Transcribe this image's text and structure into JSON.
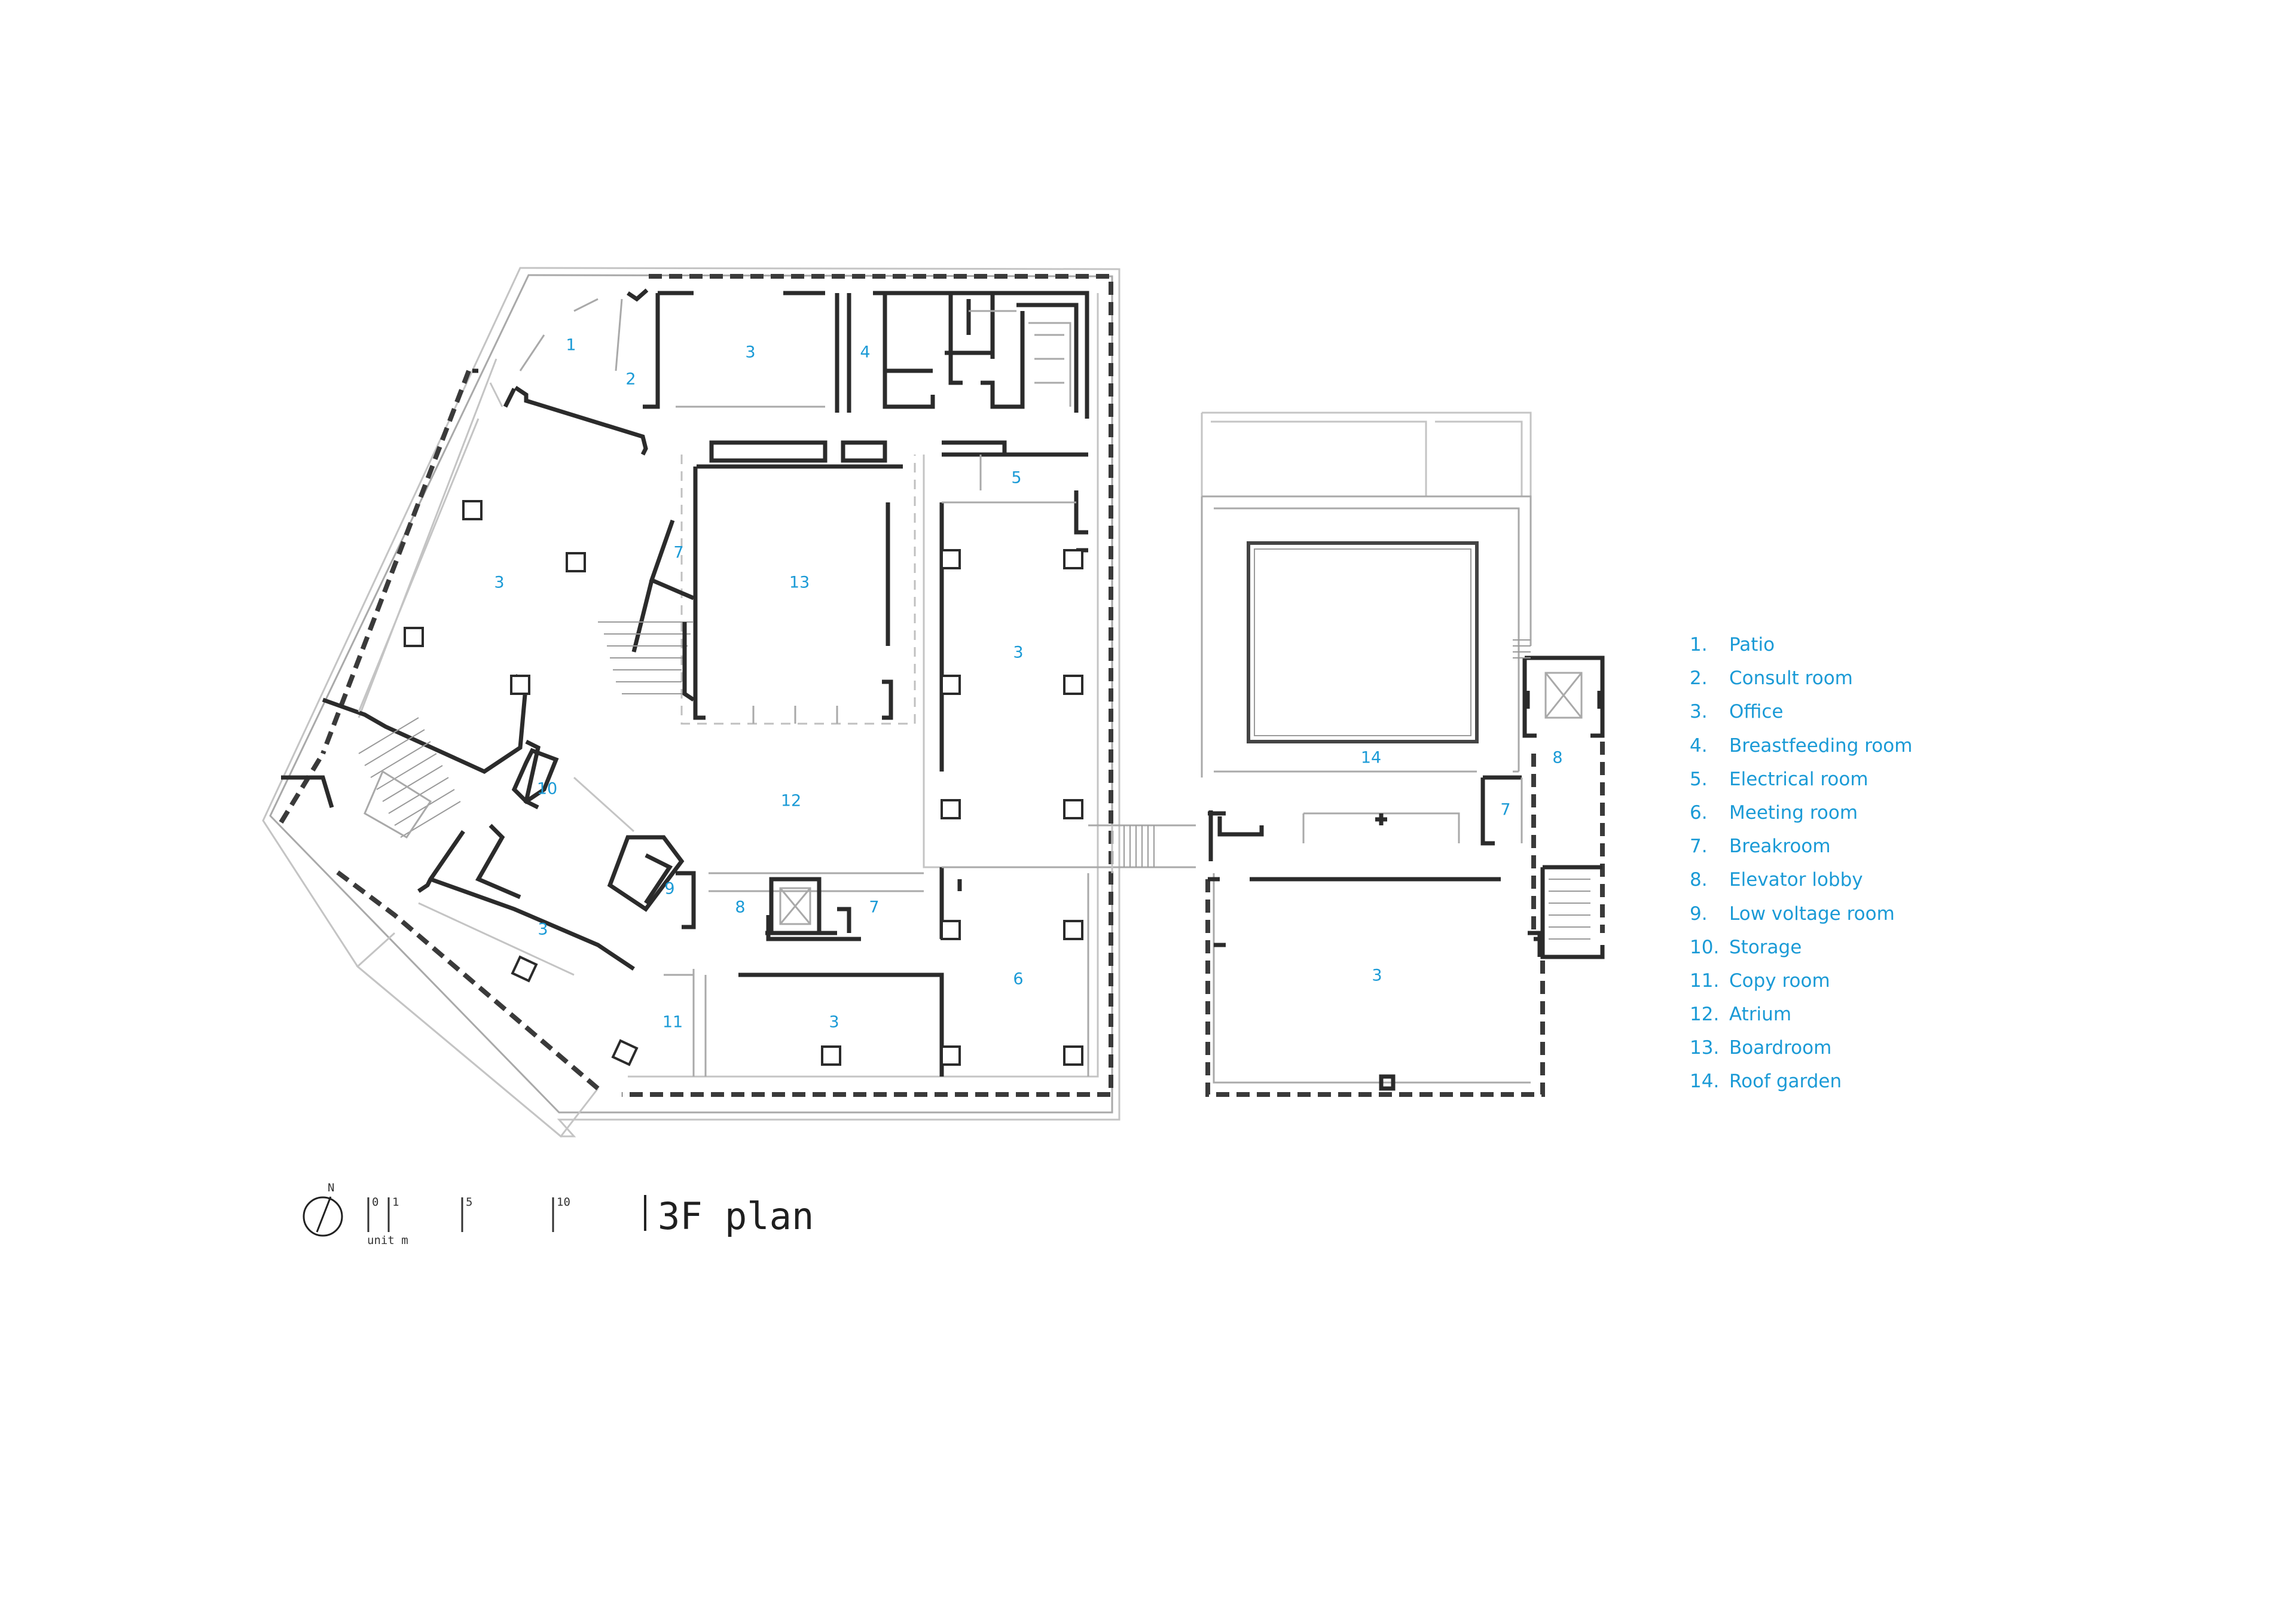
{
  "title": "3F plan",
  "north_label": "N",
  "scale": {
    "ticks": [
      "0",
      "1",
      "5",
      "10"
    ],
    "unit_label": "unit m"
  },
  "legend": [
    {
      "num": "1.",
      "label": "Patio"
    },
    {
      "num": "2.",
      "label": "Consult room"
    },
    {
      "num": "3.",
      "label": "Office"
    },
    {
      "num": "4.",
      "label": "Breastfeeding room"
    },
    {
      "num": "5.",
      "label": "Electrical room"
    },
    {
      "num": "6.",
      "label": "Meeting room"
    },
    {
      "num": "7.",
      "label": "Breakroom"
    },
    {
      "num": "8.",
      "label": "Elevator lobby"
    },
    {
      "num": "9.",
      "label": "Low voltage room"
    },
    {
      "num": "10.",
      "label": "Storage"
    },
    {
      "num": "11.",
      "label": "Copy room"
    },
    {
      "num": "12.",
      "label": "Atrium"
    },
    {
      "num": "13.",
      "label": "Boardroom"
    },
    {
      "num": "14.",
      "label": "Roof garden"
    }
  ],
  "room_tags": {
    "patio": "1",
    "consult": "2",
    "office_north": "3",
    "breastfeeding": "4",
    "electrical": "5",
    "office_west": "3",
    "breakroom_stair": "7",
    "boardroom": "13",
    "office_east": "3",
    "storage": "10",
    "atrium": "12",
    "low_voltage": "9",
    "elevator_lobby": "8",
    "breakroom_core": "7",
    "office_southwest": "3",
    "copy": "11",
    "office_south": "3",
    "meeting": "6",
    "roof_garden": "14",
    "elevator_lobby_annex": "8",
    "breakroom_annex": "7",
    "office_annex": "3"
  },
  "colors": {
    "label": "#1a9ad6",
    "wall": "#2b2b2b",
    "thin_line": "#a9a9a9"
  }
}
